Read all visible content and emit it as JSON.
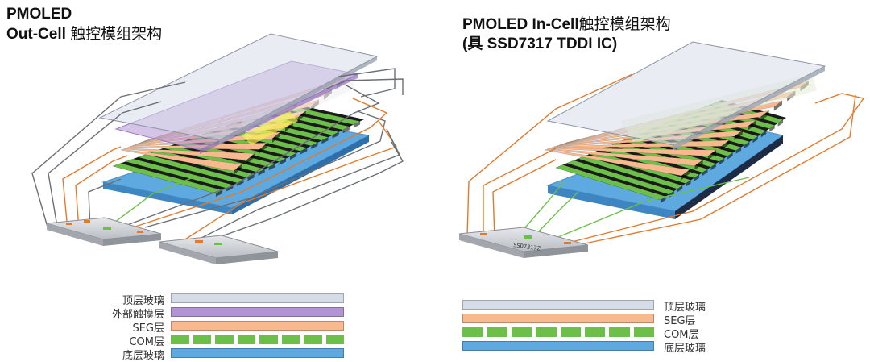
{
  "left": {
    "title_line1": "PMOLED",
    "title_line2_en": "Out-Cell ",
    "title_line2_cn": "触控模组架构",
    "legend": [
      {
        "label": "顶层玻璃",
        "color": "#d7dde8"
      },
      {
        "label": "外部触摸层",
        "color": "#b294d6"
      },
      {
        "label": "SEG层",
        "color": "#f8b98f"
      },
      {
        "label": "COM层",
        "color": "#6cc04a"
      },
      {
        "label": "底层玻璃",
        "color": "#5ea9e0"
      }
    ]
  },
  "right": {
    "title_line1_en": "PMOLED In-Cell",
    "title_line1_cn": "触控模组架构",
    "title_line2": "(具 SSD7317 TDDI IC)",
    "chip_label": "SSD7317Z",
    "legend": [
      {
        "label": "顶层玻璃",
        "color": "#d7dde8"
      },
      {
        "label": "SEG层",
        "color": "#f8b98f"
      },
      {
        "label": "COM层",
        "color": "#6cc04a"
      },
      {
        "label": "底层玻璃",
        "color": "#5ea9e0"
      }
    ]
  },
  "colors": {
    "glass": "#d7dde8",
    "touch": "#b294d6",
    "seg": "#f8b98f",
    "com": "#6cc04a",
    "bottom": "#5ea9e0",
    "wire_orange": "#e07b2e",
    "wire_gray": "#6b6f75"
  }
}
